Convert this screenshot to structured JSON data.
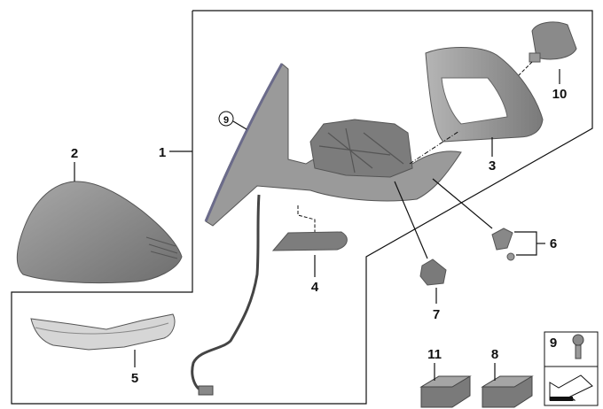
{
  "diagram": {
    "labels": {
      "p1": "1",
      "p2": "2",
      "p3": "3",
      "p4": "4",
      "p5": "5",
      "p6": "6",
      "p7": "7",
      "p8": "8",
      "p9_circled": "9",
      "p9_box": "9",
      "p10": "10",
      "p11": "11"
    },
    "colors": {
      "part_gray": "#8c8c8c",
      "part_dark": "#5e5e5e",
      "line": "#111111"
    }
  }
}
